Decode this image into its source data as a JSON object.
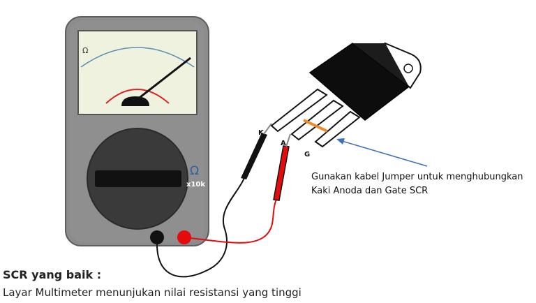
{
  "meter": {
    "scale_symbol": "Ω",
    "range_symbol": "Ω",
    "range_label": "x10k"
  },
  "scr": {
    "pin_k": "K",
    "pin_a": "A",
    "pin_g": "G"
  },
  "note": {
    "line1": "Gunakan kabel Jumper untuk menghubungkan",
    "line2": "Kaki Anoda dan Gate SCR"
  },
  "caption": {
    "title": "SCR yang baik :",
    "body": "Layar Multimeter menunjukan nilai resistansi yang tinggi"
  },
  "colors": {
    "meter_body": "#8c8c8c",
    "meter_screen": "#eef2de",
    "dial": "#3a3a3a",
    "probe_black": "#111111",
    "probe_red": "#e30b0b",
    "jumper": "#f08a28",
    "arrow": "#3f6fb8"
  }
}
